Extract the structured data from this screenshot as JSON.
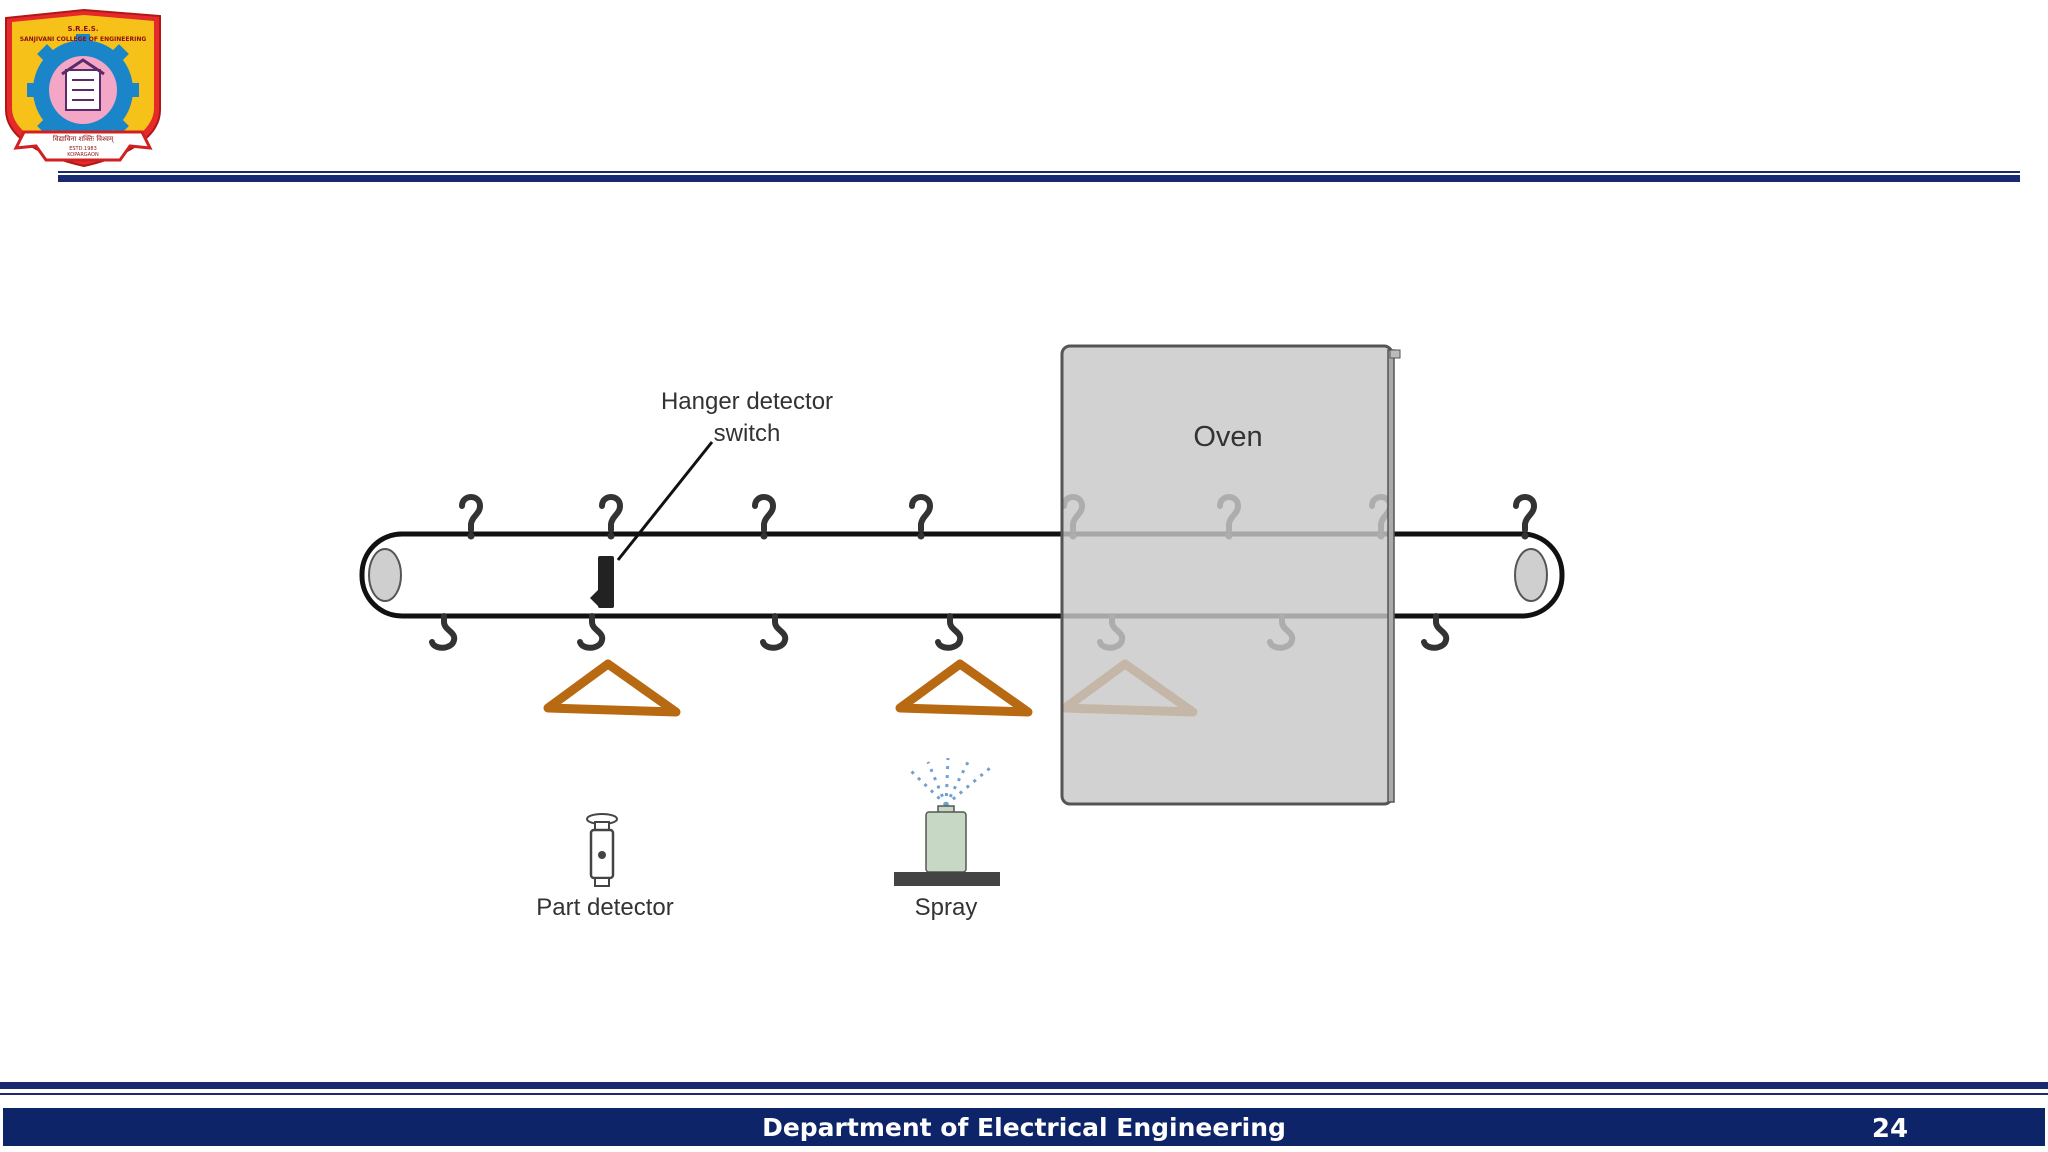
{
  "logo": {
    "org_abbrev": "S.R.E.S.",
    "college_name": "SANJIVANI COLLEGE OF ENGINEERING",
    "motto": "विद्याविना शक्तिः विश्वम्",
    "est": "ESTD.1983",
    "place": "KOPARGAON"
  },
  "diagram": {
    "hanger_label_line1": "Hanger detector",
    "hanger_label_line2": "switch",
    "oven_label": "Oven",
    "part_detector_label": "Part detector",
    "spray_label": "Spray",
    "hanger_color": "#b86a12",
    "oven_color": "#c8c8c8",
    "spray_color": "#6fa0d0"
  },
  "footer": {
    "department": "Department of Electrical Engineering",
    "page_number": "24",
    "bar_color": "#0e2468"
  }
}
